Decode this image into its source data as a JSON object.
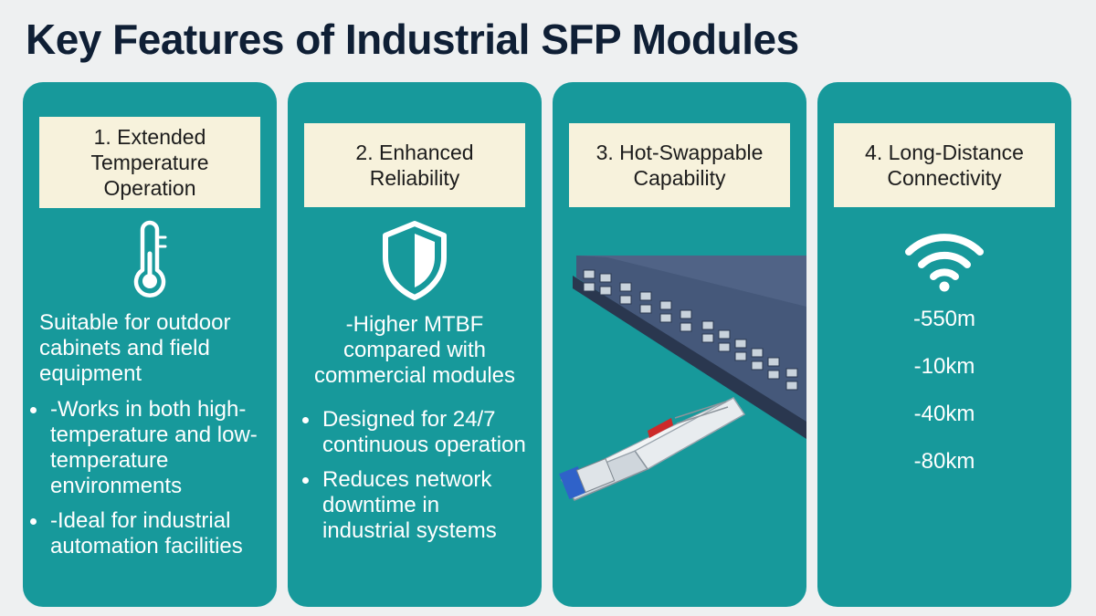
{
  "title": "Key Features of Industrial SFP Modules",
  "cards": [
    {
      "header": "1. Extended Temperature Operation",
      "icon": "thermometer-icon",
      "intro": "Suitable for outdoor cabinets and field equipment",
      "bullets": [
        "-Works in both high-temperature and low-temperature environments",
        "-Ideal for industrial automation facilities"
      ]
    },
    {
      "header": "2. Enhanced Reliability",
      "icon": "shield-icon",
      "intro": "-Higher MTBF compared with commercial modules",
      "bullets": [
        "Designed for 24/7 continuous operation",
        "Reduces network downtime in industrial systems"
      ]
    },
    {
      "header": "3. Hot-Swappable Capability",
      "image": "network-switch-with-sfp-module-illustration"
    },
    {
      "header": "4. Long-Distance Connectivity",
      "icon": "wifi-icon",
      "distances": [
        "-550m",
        "-10km",
        "-40km",
        "-80km"
      ]
    }
  ],
  "colors": {
    "card_background": "#17999b",
    "header_background": "#f7f2dc",
    "title_text": "#0f1f35",
    "page_background": "#eef0f1"
  }
}
